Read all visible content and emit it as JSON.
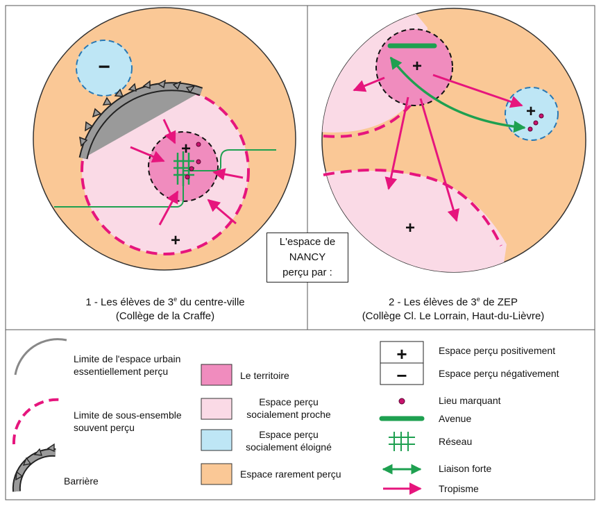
{
  "center_box": {
    "line1": "L'espace de",
    "line2": "NANCY",
    "line3": "perçu par :"
  },
  "map1": {
    "caption_pre": "1 - Les élèves de 3",
    "caption_sup": "e",
    "caption_post": " du centre-ville",
    "caption_line2": "(Collège de la Craffe)"
  },
  "map2": {
    "caption_pre": "2 - Les élèves de 3",
    "caption_sup": "e",
    "caption_post": " de ZEP",
    "caption_line2": "(Collège Cl. Le Lorrain, Haut-du-Lièvre)"
  },
  "legend": {
    "limit_urban": [
      "Limite de l'espace urbain",
      "essentiellement perçu"
    ],
    "limit_sub": [
      "Limite de sous-ensemble",
      "souvent perçu"
    ],
    "barrier": "Barrière",
    "territory": "Le territoire",
    "close": [
      "Espace perçu",
      "socialement proche"
    ],
    "far": [
      "Espace perçu",
      "socialement éloigné"
    ],
    "rare": "Espace rarement perçu",
    "positive": "Espace perçu positivement",
    "negative": "Espace perçu négativement",
    "landmark": "Lieu marquant",
    "avenue": "Avenue",
    "network": "Réseau",
    "link": "Liaison forte",
    "tropism": "Tropisme"
  },
  "colors": {
    "orange": "#FAC896",
    "light_pink": "#FADAE6",
    "pink": "#F08CBE",
    "blue": "#BEE6F5",
    "magenta": "#E6157D",
    "green": "#1EA050",
    "dash_blue": "#2878B4",
    "barrier_gray": "#888888"
  }
}
